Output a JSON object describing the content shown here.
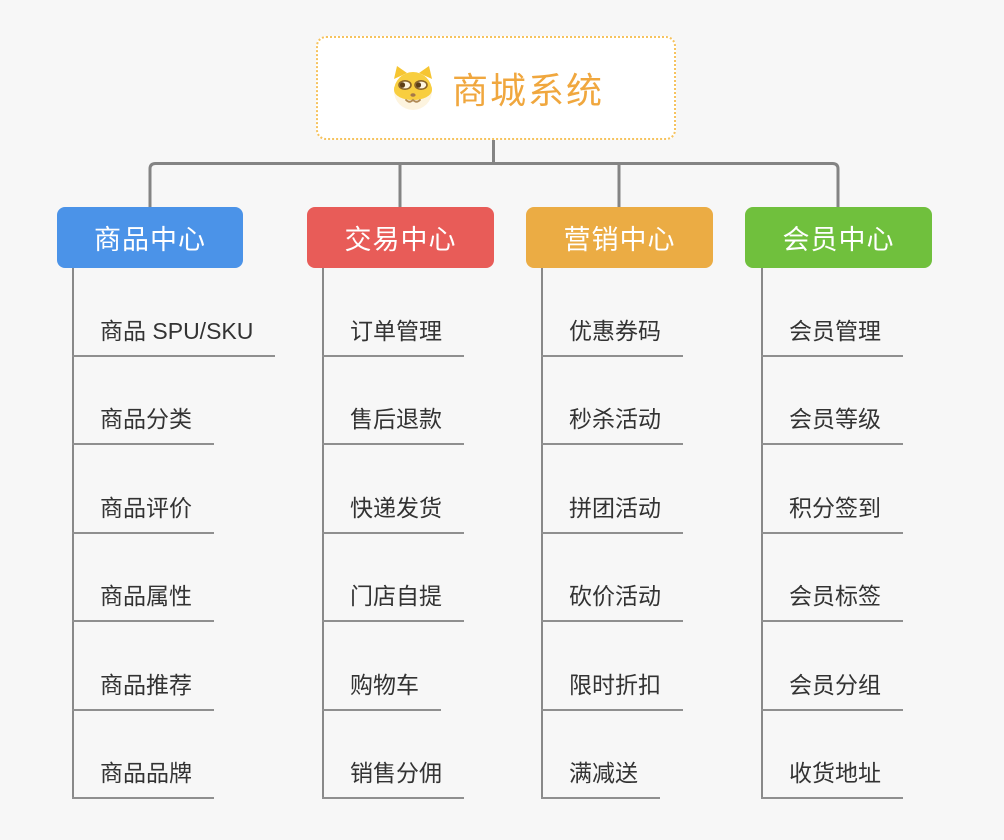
{
  "root": {
    "title": "商城系统",
    "icon": "dog-face-icon",
    "accent_color": "#f0a73e",
    "border_color": "#f6c35e"
  },
  "connector_color": "#848484",
  "branches": [
    {
      "label": "商品中心",
      "color": "#4b93e8",
      "children": [
        "商品 SPU/SKU",
        "商品分类",
        "商品评价",
        "商品属性",
        "商品推荐",
        "商品品牌"
      ]
    },
    {
      "label": "交易中心",
      "color": "#e85c58",
      "children": [
        "订单管理",
        "售后退款",
        "快递发货",
        "门店自提",
        "购物车",
        "销售分佣"
      ]
    },
    {
      "label": "营销中心",
      "color": "#ebac44",
      "children": [
        "优惠券码",
        "秒杀活动",
        "拼团活动",
        "砍价活动",
        "限时折扣",
        "满减送"
      ]
    },
    {
      "label": "会员中心",
      "color": "#70c03d",
      "children": [
        "会员管理",
        "会员等级",
        "积分签到",
        "会员标签",
        "会员分组",
        "收货地址"
      ]
    }
  ]
}
